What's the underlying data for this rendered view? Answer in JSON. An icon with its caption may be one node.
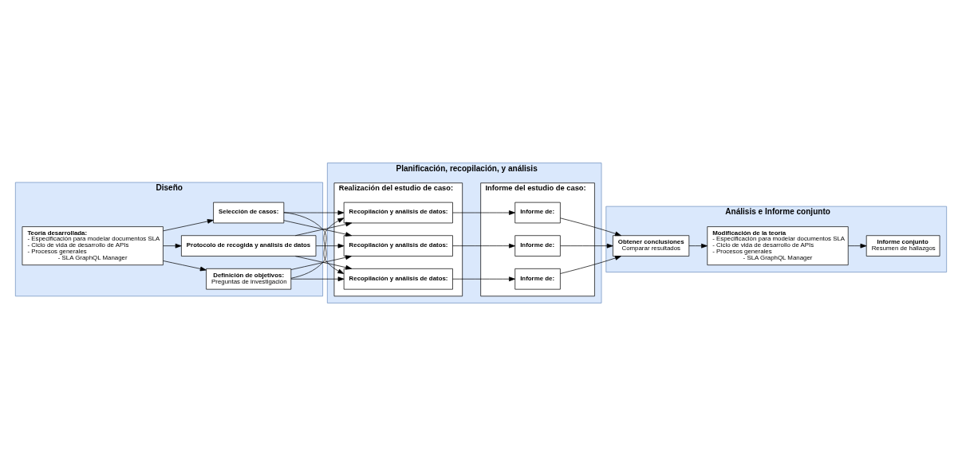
{
  "diagram": {
    "nodes": [
      {
        "text": [
          "Diseño"
        ]
      },
      {
        "text": [
          "Teoría desarrollada:",
          "- Especificación para modelar documentos SLA",
          "- Ciclo de vida de desarrollo de APIs",
          "- Procesos generales",
          "- SLA GraphQL Manager"
        ],
        "in": 0
      },
      {
        "text": [
          "Selección de casos:"
        ],
        "in": 0
      },
      {
        "text": [
          "Definición de objetivos:",
          "Preguntas de investigación"
        ],
        "in": 0
      },
      {
        "text": [
          "Protocolo de recogida y análisis de datos"
        ],
        "in": 0
      },
      {
        "text": [
          "Planificación, recopilación, y análisis"
        ]
      },
      {
        "text": [
          "Realización del estudio de caso:"
        ],
        "in": 5
      },
      {
        "text": [
          "Recopilación y análisis de datos:"
        ],
        "in": 6
      },
      {
        "text": [
          "Recopilación y análisis de datos:"
        ],
        "in": 6
      },
      {
        "text": [
          "Recopilación y análisis de datos:"
        ],
        "in": 6
      },
      {
        "text": [
          "Informe del estudio de caso:"
        ],
        "in": 5
      },
      {
        "text": [
          "Informe de:"
        ],
        "in": 10
      },
      {
        "text": [
          "Informe de:"
        ],
        "in": 10
      },
      {
        "text": [
          "Informe de:"
        ],
        "in": 10
      },
      {
        "text": [
          "Análisis e Informe conjunto"
        ]
      },
      {
        "text": [
          "Obtener conclusiones",
          "Comparar resultados"
        ],
        "in": 14
      },
      {
        "text": [
          "Modificación de la teoría",
          "- Especificación para modelar documentos SLA",
          "- Ciclo de vida de desarrollo de APIs",
          "- Procesos generales",
          "- SLA GraphQL Manager"
        ],
        "in": 14
      },
      {
        "text": [
          "Informe conjunto",
          "Resumen de hallazgos"
        ],
        "in": 14
      }
    ],
    "edges": [
      {
        "from": 1,
        "to": 2,
        "arrow": "to"
      },
      {
        "from": 1,
        "to": 3,
        "arrow": "to"
      },
      {
        "from": 1,
        "to": 4,
        "arrow": "to"
      },
      {
        "from": 2,
        "to": 7,
        "arrow": "to"
      },
      {
        "from": 2,
        "to": 8,
        "arrow": "to"
      },
      {
        "from": 2,
        "to": 9,
        "arrow": "to"
      },
      {
        "from": 3,
        "to": 7,
        "arrow": "to"
      },
      {
        "from": 3,
        "to": 8,
        "arrow": "to"
      },
      {
        "from": 3,
        "to": 9,
        "arrow": "to"
      },
      {
        "from": 4,
        "to": 7,
        "arrow": "to"
      },
      {
        "from": 4,
        "to": 8,
        "arrow": "to"
      },
      {
        "from": 4,
        "to": 9,
        "arrow": "to"
      },
      {
        "from": 7,
        "to": 11,
        "arrow": "to"
      },
      {
        "from": 8,
        "to": 12,
        "arrow": "to"
      },
      {
        "from": 9,
        "to": 13,
        "arrow": "to"
      },
      {
        "from": 11,
        "to": 15,
        "arrow": "to"
      },
      {
        "from": 12,
        "to": 15,
        "arrow": "to"
      },
      {
        "from": 13,
        "to": 15,
        "arrow": "to"
      },
      {
        "from": 15,
        "to": 16,
        "arrow": "to"
      },
      {
        "from": 16,
        "to": 17,
        "arrow": "to"
      }
    ]
  }
}
